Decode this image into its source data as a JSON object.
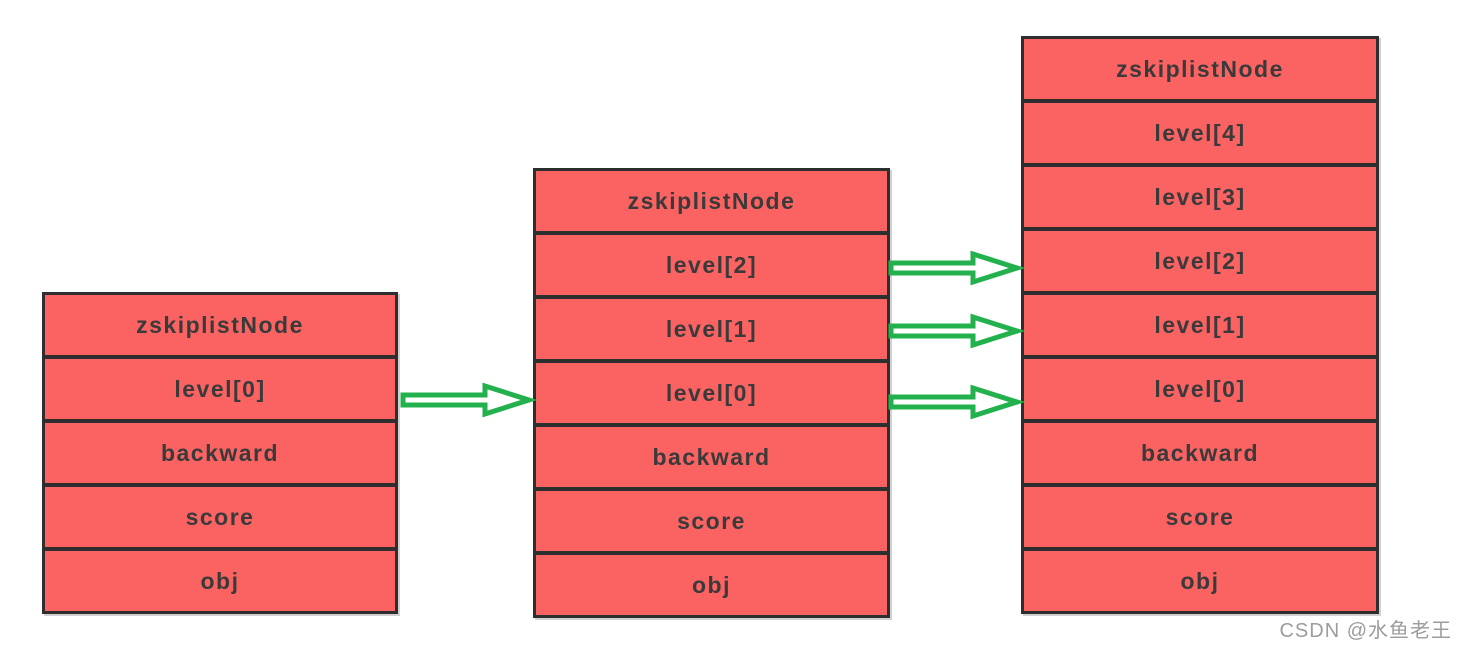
{
  "colors": {
    "node_fill": "#fb6363",
    "node_border": "#2e2e2e",
    "row_text": "#3a3a3a",
    "arrow_stroke": "#22b14c",
    "arrow_fill": "#ffffff",
    "watermark_text": "#9c9c9c",
    "canvas_bg": "#ffffff"
  },
  "nodes": [
    {
      "name": "zskiplistNode-left",
      "rows": [
        "zskiplistNode",
        "level[0]",
        "backward",
        "score",
        "obj"
      ]
    },
    {
      "name": "zskiplistNode-middle",
      "rows": [
        "zskiplistNode",
        "level[2]",
        "level[1]",
        "level[0]",
        "backward",
        "score",
        "obj"
      ]
    },
    {
      "name": "zskiplistNode-right",
      "rows": [
        "zskiplistNode",
        "level[4]",
        "level[3]",
        "level[2]",
        "level[1]",
        "level[0]",
        "backward",
        "score",
        "obj"
      ]
    }
  ],
  "arrows": [
    {
      "from": "left-node.level[0]",
      "to": "middle-node.level[0]"
    },
    {
      "from": "middle-node.level[2]",
      "to": "right-node.level[2]"
    },
    {
      "from": "middle-node.level[1]",
      "to": "right-node.level[1]"
    },
    {
      "from": "middle-node.level[0]",
      "to": "right-node.level[0]"
    }
  ],
  "watermark": "CSDN @水鱼老王"
}
